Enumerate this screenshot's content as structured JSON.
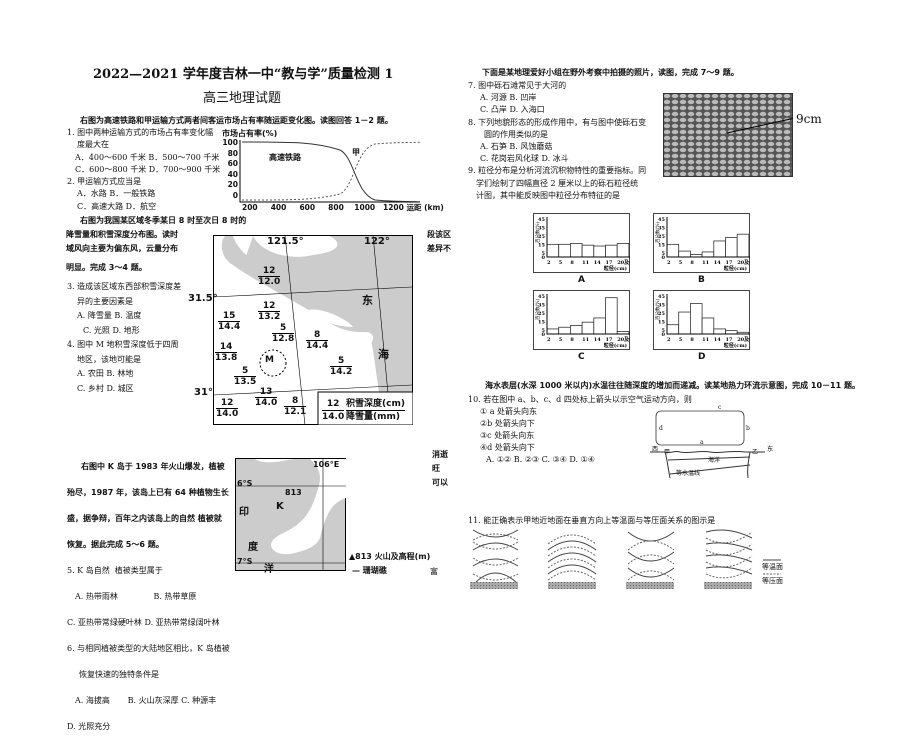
{
  "header": {
    "title": "2022—2021 学年度吉林一中“教与学”质量检测 1",
    "subtitle": "高三地理试题"
  },
  "left": {
    "intro1": "右图为高速铁路和甲运输方式两者间客运市场占有率随运距变化图。读图回答 1－2 题。",
    "q1": [
      "1. 图中两种运输方式的市场占有率变化幅",
      "度最大在",
      "A．400～600 千米    B．500～700 千米",
      "C．600～800 千米    D．700～900 千米"
    ],
    "q2": [
      "2. 甲运输方式应当是",
      "A．水路        B．一般铁路",
      "C．高速大路   D．航空"
    ],
    "intro2": [
      "右图为我国某区域冬季某日 8 时至次日 8 时的",
      "降雪量和积雪深度分布图。读时",
      "域风向主要为偏东风，云量分布",
      "明显。完成 3～4 题。"
    ],
    "intro2_right": [
      "段该区",
      "差异不"
    ],
    "q3": [
      "3. 造成该区域东西部积雪深度差",
      "异的主要因素是",
      "A. 降雪量    B. 温度",
      "C. 光照    D. 地形"
    ],
    "q4": [
      "4. 图中 M 地积雪深度低于四周",
      "地区，该地可能是",
      "A. 农田    B. 林地",
      "C. 乡村    D. 城区"
    ],
    "intro3": [
      "右图中 K 岛于 1983 年火山爆发，植被",
      "殆尽，1987 年，该岛上已有 64 种植物生长",
      "盛，据争辩，百年之内该岛上的自然 植被就",
      "恢复。据此完成 5～6 题。"
    ],
    "intro3_right": [
      "消逝",
      "旺",
      "可以"
    ],
    "q5": [
      "5. K 岛自然  植被类型属于",
      "A. 热带雨林              B. 热带草原",
      "C. 亚热带常绿硬叶林 D. 亚热带常绿阔叶林"
    ],
    "q6": [
      "6. 与相同植被类型的大陆地区相比，K 岛植被",
      "恢复快速的独特条件是",
      "A. 海拔高       B. 火山灰深厚 C. 种源丰",
      "D. 光照充分"
    ],
    "q6_right": "富"
  },
  "chart1": {
    "ylabel": "市场占有率(%)",
    "xlabel": "运距 (km)",
    "yticks": [
      "100",
      "80",
      "60",
      "40",
      "20",
      "0"
    ],
    "xticks": [
      "200",
      "400",
      "600",
      "800",
      "1000",
      "1200"
    ],
    "series": [
      "高速铁路",
      "甲"
    ]
  },
  "map1": {
    "lon": [
      "121.5°",
      "122°"
    ],
    "lat": [
      "31.5°",
      "31°"
    ],
    "sea": [
      "东",
      "海"
    ],
    "m": "M",
    "stations": [
      [
        "12",
        "12.0"
      ],
      [
        "12",
        "13.2"
      ],
      [
        "15",
        "14.4"
      ],
      [
        "5",
        "12.8"
      ],
      [
        "8",
        "14.4"
      ],
      [
        "14",
        "13.8"
      ],
      [
        "5",
        "13.5"
      ],
      [
        "5",
        "14.2"
      ],
      [
        "13",
        "14.0"
      ],
      [
        "12",
        "14.0"
      ],
      [
        "8",
        "12.1"
      ]
    ],
    "legend": {
      "top": "12",
      "bottom": "14.0",
      "l1": "积雪深度(cm)",
      "l2": "降雪量(mm)"
    }
  },
  "map2": {
    "lon": "106°E",
    "lat": [
      "6°S",
      "7°S"
    ],
    "k": "K",
    "peak": "813",
    "ocean": [
      "印",
      "度",
      "洋"
    ],
    "legend1": "▲813 火山及高程(m)",
    "legend2": "珊瑚礁"
  },
  "right": {
    "intro": "下面是某地理爱好小组在野外考察中拍摄的照片，读图，完成 7～9 题。",
    "q7": [
      "7. 图中砾石滩常见于大河的",
      "A. 河源            B. 凹岸",
      "C. 凸岸       D. 入海口"
    ],
    "q8": [
      "8. 下列地貌形态的形成作用中，有与图中使砾石变",
      "圆的作用类似的是",
      "A. 石笋            B. 风蚀蘑菇",
      "C. 花岗岩风化球 D. 冰斗"
    ],
    "q9": [
      "9. 粒径分布是分析河流沉积物特性的重要指标。同",
      "学们绘制了四幅直径 2 厘米以上的砾石粒径统",
      "计图，其中能反映图中粒径分布特征的是"
    ],
    "photo_label": "9cm",
    "intro2": "海水表层(水深 1000 米以内)水温往往随深度的增加而递减。读某地热力环流示意图，完成 10－11 题。",
    "q10": [
      "10. 若在图中 a、b、c、d 四处标上箭头以示空气运动方向，则",
      "① a 处箭头向东",
      "②b 处箭头向下",
      "③c 处箭头向东",
      "④d 处箭头向下",
      "A. ①②   B. ②③   C. ③④   D. ①④"
    ],
    "q11": "11. 能正确表示甲地近地面在垂直方向上等温面与等压面关系的图示是",
    "circ": {
      "a": "a",
      "b": "b",
      "c": "c",
      "d": "d",
      "west": "西",
      "east": "东",
      "jia": "甲",
      "yi": "乙",
      "sea": "海洋",
      "iso": "等水温线"
    },
    "legend11": {
      "solid": "等温面",
      "dashed": "等压面"
    }
  },
  "chart_data": [
    {
      "type": "bar",
      "ylabel": "百分数(%)",
      "xlabel": "粒径(cm)",
      "categories": [
        "2",
        "5",
        "8",
        "11",
        "14",
        "17",
        "20及以上"
      ],
      "yticks": [
        0,
        5,
        15,
        25,
        35,
        45
      ],
      "ylim": [
        0,
        45
      ],
      "panels": [
        {
          "label": "A",
          "values": [
            15,
            15,
            16,
            14,
            13,
            14,
            16
          ]
        },
        {
          "label": "B",
          "values": [
            15,
            7,
            3,
            6,
            19,
            23,
            27
          ]
        },
        {
          "label": "C",
          "values": [
            6,
            8,
            10,
            14,
            19,
            43,
            3
          ]
        },
        {
          "label": "D",
          "values": [
            11,
            26,
            36,
            19,
            6,
            4,
            2
          ]
        }
      ]
    }
  ]
}
